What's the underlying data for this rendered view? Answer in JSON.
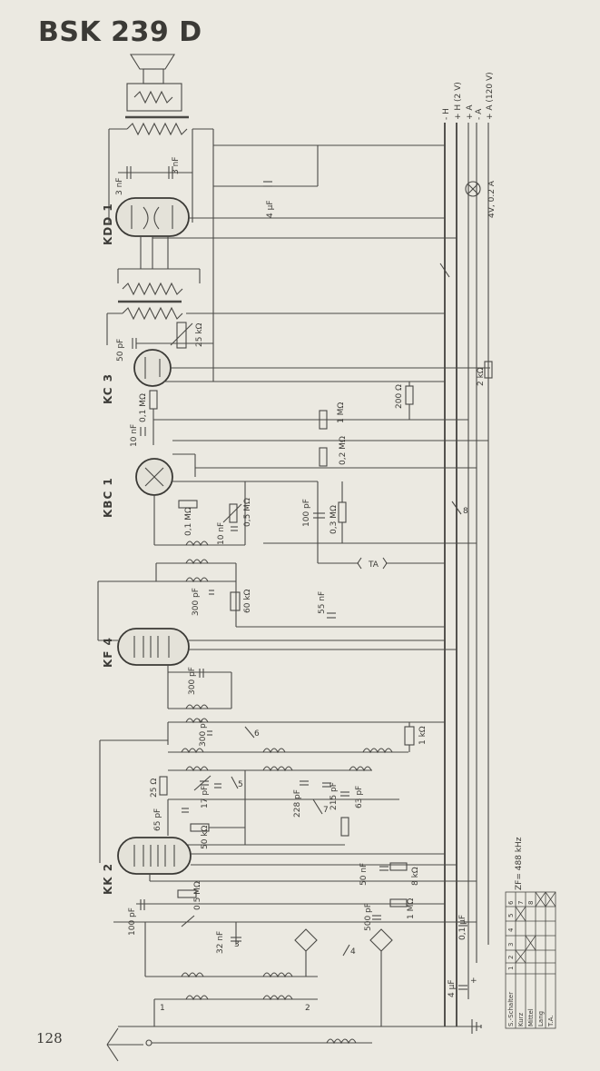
{
  "title": "BSK 239 D",
  "page_number": "128",
  "tubes": [
    "KDD 1",
    "KC 3",
    "KBC 1",
    "KF 4",
    "KK 2"
  ],
  "rails": [
    "- H",
    "+ H (2 V)",
    "+ A",
    "- A",
    "+ A (120 V)"
  ],
  "pilot_lamp": "4V, 0.2 A",
  "if_note": "ZF= 488 kHz",
  "component_labels": {
    "c_3nf_a": "3 nF",
    "c_3nf_b": "3 nF",
    "c_4uf": "4 µF",
    "r_25kohm": "25 kΩ",
    "c_50pf": "50 pF",
    "r_2kohm": "2 kΩ",
    "r_200ohm": "200 Ω",
    "r_01mohm": "0,1 MΩ",
    "r_1mohm": "1 MΩ",
    "c_10nf": "10 nF",
    "r_02mohm": "0,2 MΩ",
    "r_01mohm_b": "0,1 MΩ",
    "r_05mohm": "0,5 MΩ",
    "c_10nf_b": "10 nF",
    "c_100pf": "100 pF",
    "r_03mohm": "0,3 MΩ",
    "tonabnehmer": "TA",
    "c_300pf": "300 pF",
    "r_60kohm": "60 kΩ",
    "c_55nf": "55 nF",
    "c_300pf_b": "300 pF",
    "c_300pf_c": "300 pF",
    "r_1kohm": "1 kΩ",
    "r_25ohm": "25 Ω",
    "c_17pf": "17 pF",
    "c_228pf": "228 pF",
    "c_215pf": "215 pF",
    "c_63pf": "63 pF",
    "c_65pf": "65 pF",
    "r_50kohm": "50 kΩ",
    "c_50nf": "50 nF",
    "r_8kohm": "8 kΩ",
    "r_05mohm_b": "0,5 MΩ",
    "c_100pf_b": "100 pF",
    "c_500pf": "500 pF",
    "r_1mohm_b": "1 MΩ",
    "c_01uf": "0,1 µF",
    "c_32nf": "32 nF",
    "c_4uf_b": "4 µF",
    "plus_sign": "+"
  },
  "switch_numbers": [
    "1",
    "2",
    "3",
    "4",
    "5",
    "6",
    "7",
    "8"
  ],
  "switch_table": {
    "rows": [
      "S.-Schalter",
      "Kurz",
      "Mittel",
      "Lang",
      "T.A."
    ],
    "cols": [
      "1",
      "2",
      "3",
      "4",
      "5",
      "6",
      "7",
      "8"
    ]
  }
}
